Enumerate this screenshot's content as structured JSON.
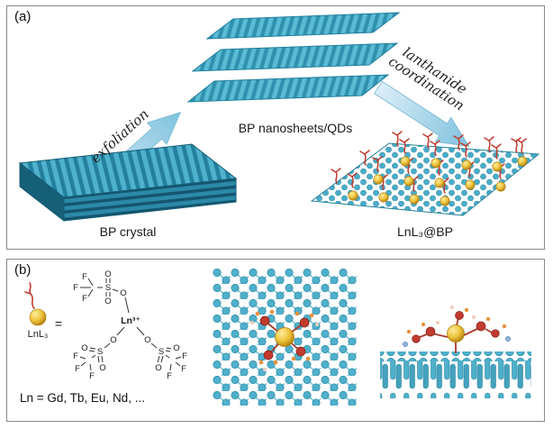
{
  "figure": {
    "panel_a": {
      "label": "(a)",
      "exfoliation_arrow_label": "exfoliation",
      "coordination_arrow_label_line1": "lanthanide",
      "coordination_arrow_label_line2": "coordination",
      "nanosheets_caption": "BP nanosheets/QDs",
      "crystal_caption": "BP crystal",
      "product_caption": "LnL₃@BP"
    },
    "panel_b": {
      "label": "(b)",
      "complex_label": "LnL₃",
      "equals_sign": "=",
      "central_ion": "Ln³⁺",
      "lanthanide_list": "Ln = Gd, Tb, Eu, Nd, ...",
      "atom_f": "F",
      "atom_s": "S",
      "atom_o": "O"
    },
    "colors": {
      "bp_teal": "#4fb0cb",
      "bp_teal_dark": "#1f7e9b",
      "arrow_blue": "#9ed2e8",
      "lanthanide_gold": "#eec33c",
      "ligand_red": "#c23b2e",
      "oxygen_orange": "#e8923a",
      "nitrogen_blue": "#8fb4dc"
    }
  }
}
